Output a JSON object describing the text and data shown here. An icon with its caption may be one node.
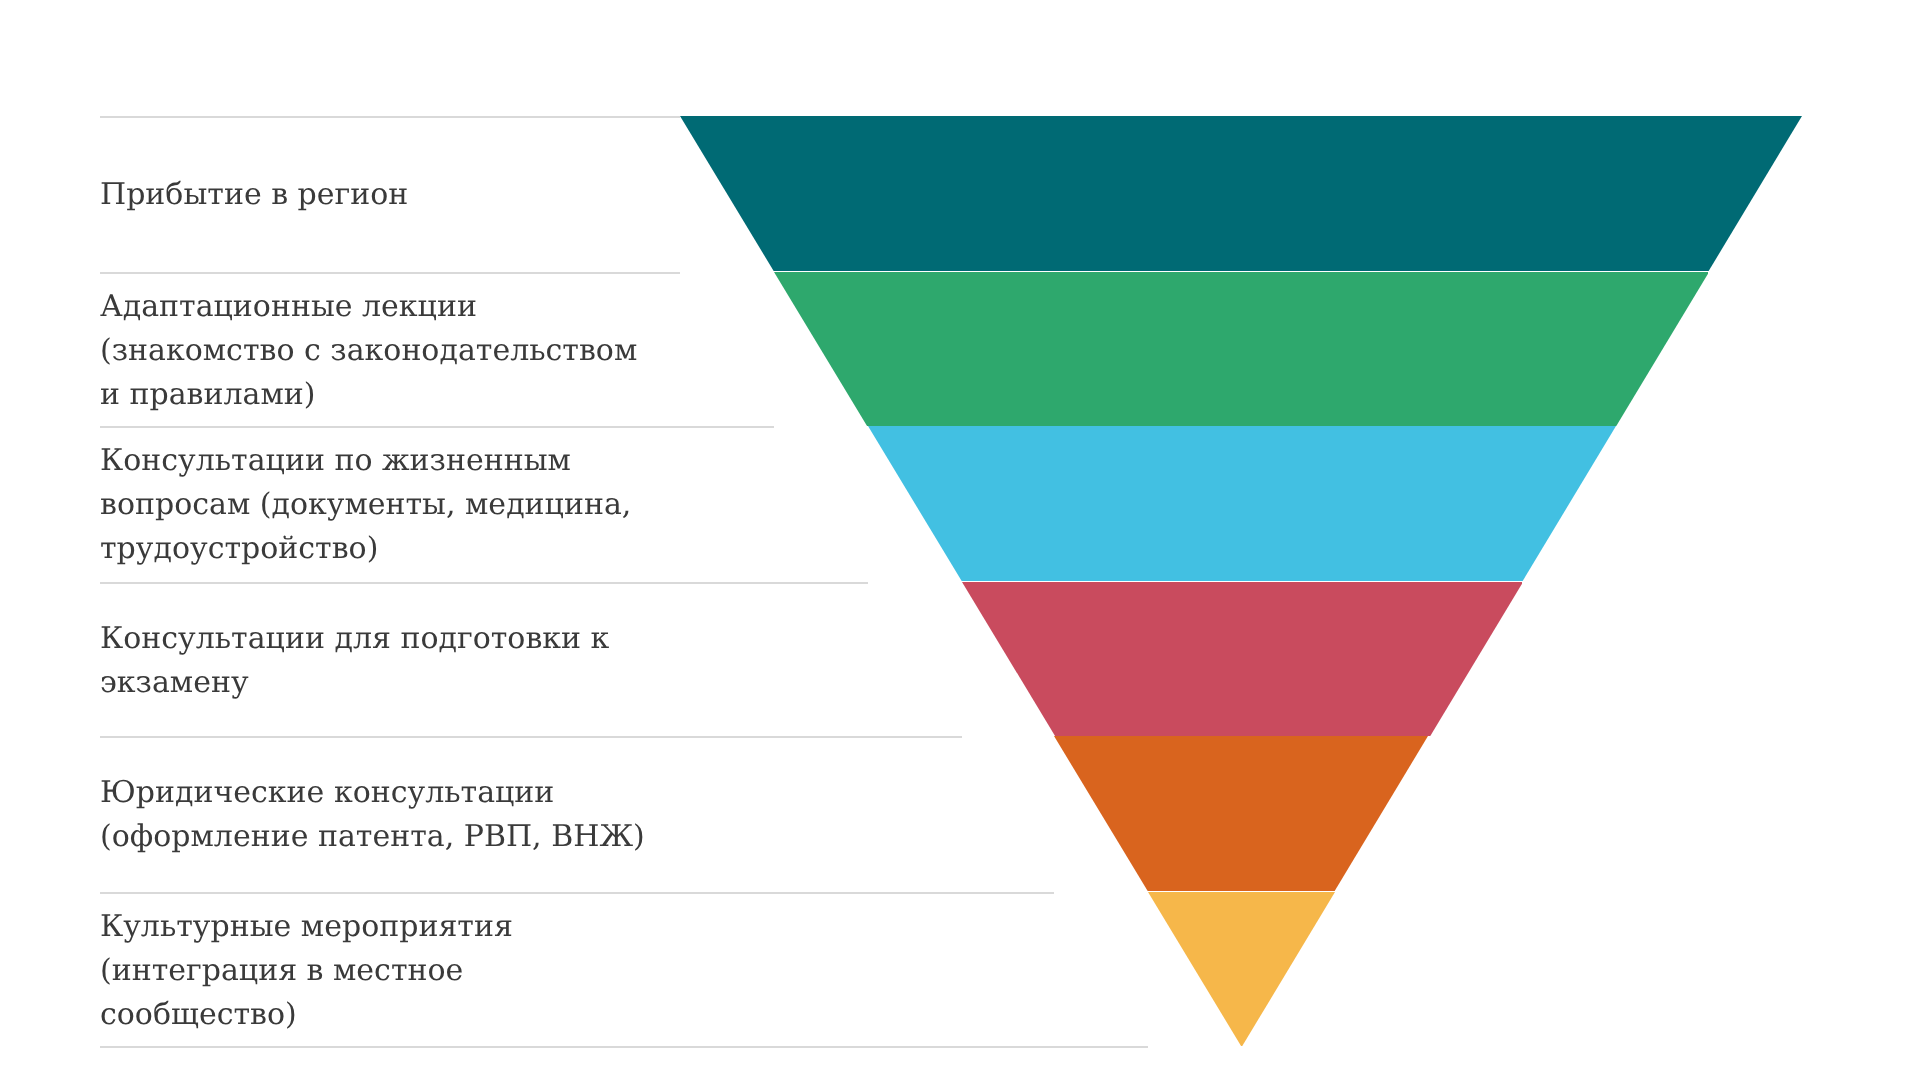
{
  "diagram": {
    "nodes": [
      {
        "text": [
          "Прибытие в регион"
        ]
      },
      {
        "text": [
          "Адаптационные лекции (знакомство с законодательством и правилами)"
        ]
      },
      {
        "text": [
          "Консультации по жизненным вопросам (документы, медицина, трудоустройство)"
        ]
      },
      {
        "text": [
          "Консультации для подготовки к экзамену"
        ]
      },
      {
        "text": [
          "Юридические консультации (оформление патента, РВП, ВНЖ)"
        ]
      },
      {
        "text": [
          "Культурные мероприятия (интеграция в местное сообщество)"
        ]
      },
      {
        "text": [],
        "shape": "trapezoid"
      },
      {
        "text": [],
        "shape": "trapezoid"
      },
      {
        "text": [],
        "shape": "trapezoid"
      },
      {
        "text": [],
        "shape": "trapezoid"
      },
      {
        "text": [],
        "shape": "trapezoid"
      },
      {
        "text": [],
        "shape": "triangle"
      }
    ]
  }
}
